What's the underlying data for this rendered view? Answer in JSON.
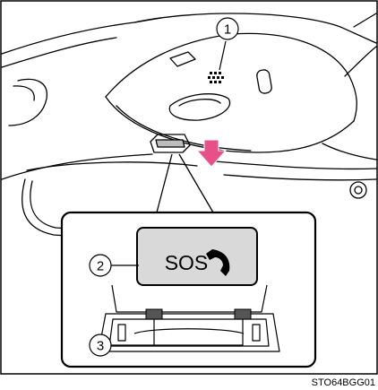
{
  "callouts": [
    {
      "number": "1"
    },
    {
      "number": "2"
    },
    {
      "number": "3"
    }
  ],
  "sos_button": {
    "label": "SOS"
  },
  "image_code": "STO64BGG01",
  "colors": {
    "line": "#000000",
    "arrow": "#e8508a",
    "button_fill": "#d9d9d9",
    "background": "#ffffff"
  }
}
